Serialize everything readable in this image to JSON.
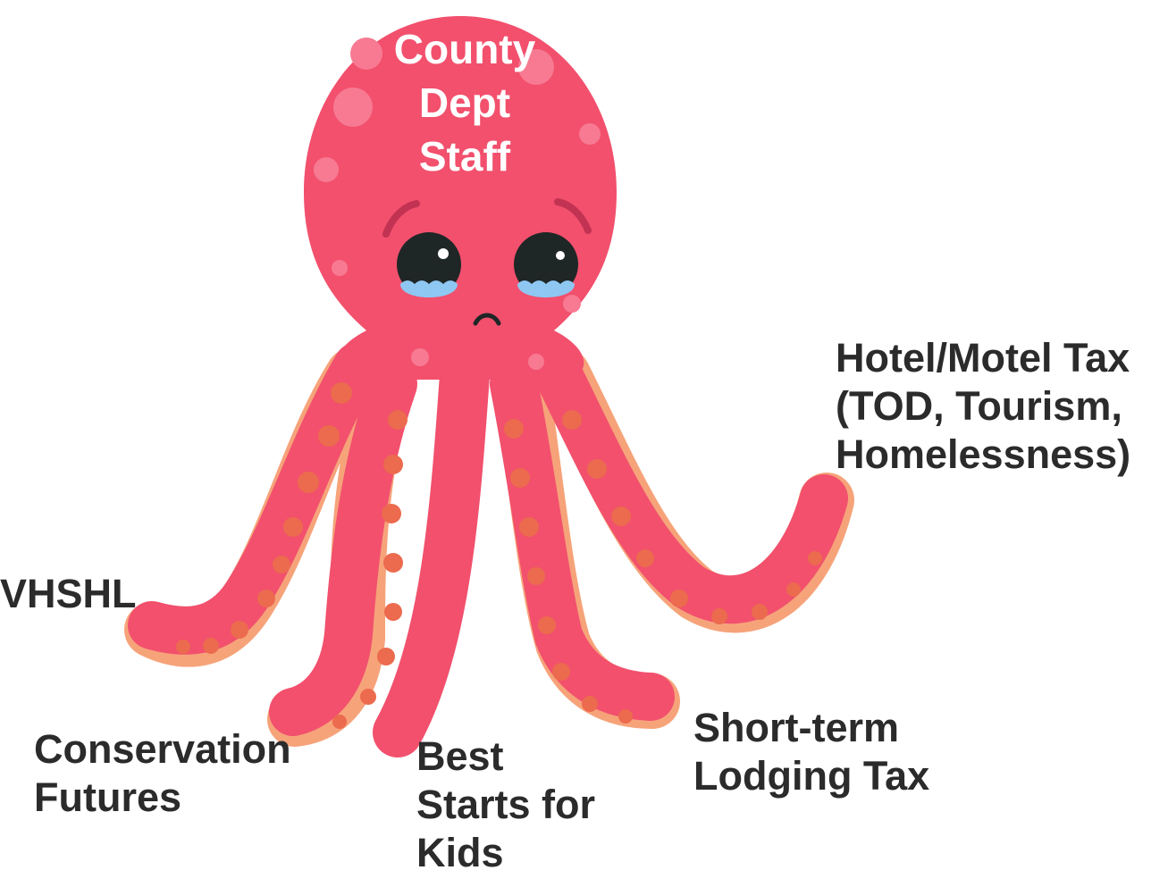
{
  "diagram": {
    "head_label": [
      "County",
      "Dept",
      "Staff"
    ],
    "tentacle_labels": {
      "hotel_motel": [
        "Hotel/Motel Tax",
        "(TOD, Tourism,",
        "Homelessness)"
      ],
      "vhshl": [
        "VHSHL"
      ],
      "conservation": [
        "Conservation",
        "Futures"
      ],
      "best_starts": [
        "Best",
        "Starts for",
        "Kids"
      ],
      "short_term": [
        "Short-term",
        "Lodging Tax"
      ]
    }
  },
  "colors": {
    "octopus_body": "#f2506d",
    "body_highlight": "#f77a92",
    "tentacle_underside": "#f6a37a",
    "suckers": "#ec6a4e",
    "eyes": "#1f2626",
    "tears": "#8ec7f2",
    "label_text": "#2b2b2b",
    "head_text": "#ffffff"
  },
  "icons": [
    "sad-octopus-illustration"
  ]
}
